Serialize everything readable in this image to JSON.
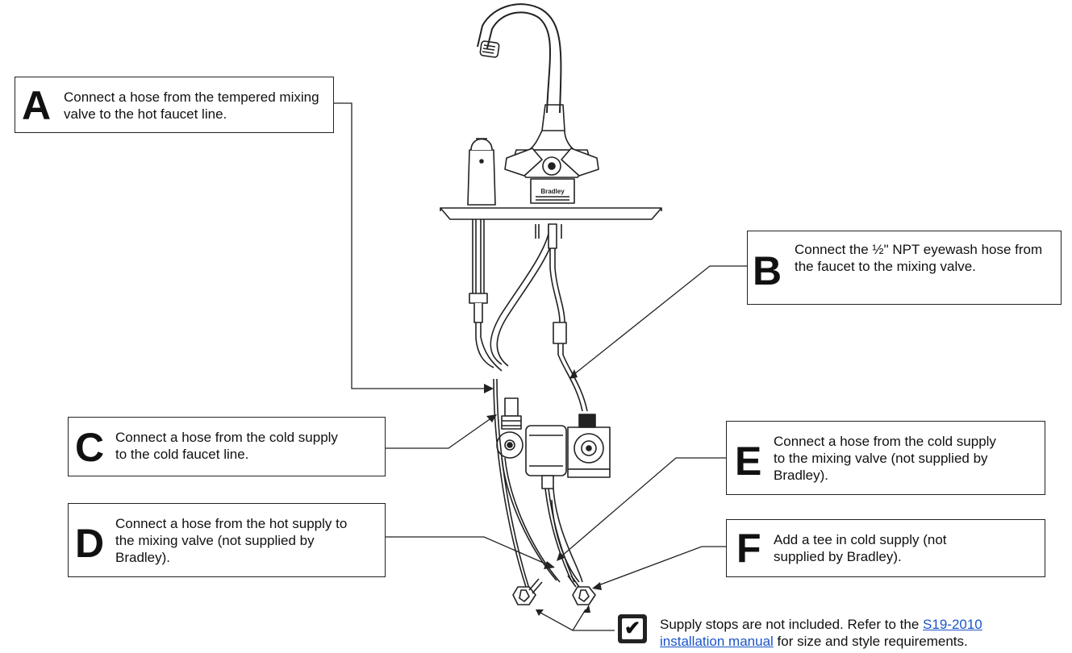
{
  "callouts": {
    "a": {
      "letter": "A",
      "text": "Connect a hose from the tempered mixing valve to the hot faucet line."
    },
    "b": {
      "letter": "B",
      "text": "Connect the ½\" NPT eyewash hose from the faucet to the mixing valve."
    },
    "c": {
      "letter": "C",
      "text": "Connect a hose from the cold supply to the cold faucet line."
    },
    "d": {
      "letter": "D",
      "text": "Connect a hose from the hot supply to the mixing valve (not supplied by Bradley)."
    },
    "e": {
      "letter": "E",
      "text": "Connect a hose from the cold supply to the mixing valve (not supplied by Bradley)."
    },
    "f": {
      "letter": "F",
      "text": "Add a tee in cold supply (not supplied by Bradley)."
    }
  },
  "faucet_brand": "Bradley",
  "note": {
    "prefix": "Supply stops are not included. Refer to the ",
    "link1": "S19-2010",
    "link2": "installation manual",
    "suffix": " for size and style requirements."
  }
}
